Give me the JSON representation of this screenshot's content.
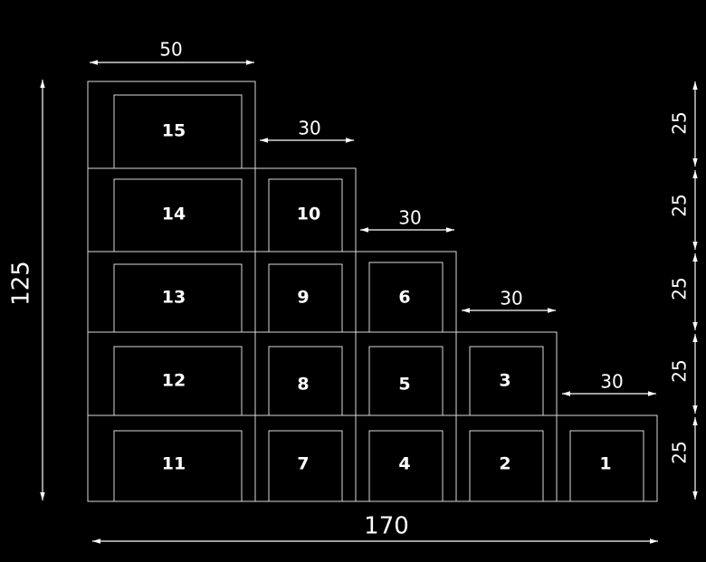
{
  "diagram": {
    "cells": [
      {
        "id": "15",
        "label": "15"
      },
      {
        "id": "14",
        "label": "14"
      },
      {
        "id": "10",
        "label": "10"
      },
      {
        "id": "13",
        "label": "13"
      },
      {
        "id": "9",
        "label": "9"
      },
      {
        "id": "6",
        "label": "6"
      },
      {
        "id": "12",
        "label": "12"
      },
      {
        "id": "8",
        "label": "8"
      },
      {
        "id": "5",
        "label": "5"
      },
      {
        "id": "3",
        "label": "3"
      },
      {
        "id": "11",
        "label": "11"
      },
      {
        "id": "7",
        "label": "7"
      },
      {
        "id": "4",
        "label": "4"
      },
      {
        "id": "2",
        "label": "2"
      },
      {
        "id": "1",
        "label": "1"
      }
    ],
    "dimensions": {
      "top_width": "50",
      "step_widths": [
        "30",
        "30",
        "30",
        "30"
      ],
      "total_height": "125",
      "total_width": "170",
      "row_heights": [
        "25",
        "25",
        "25",
        "25",
        "25"
      ]
    }
  }
}
